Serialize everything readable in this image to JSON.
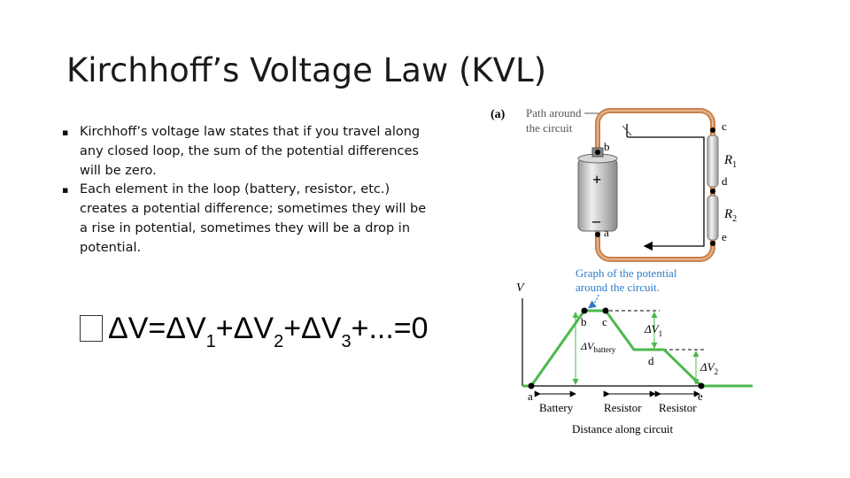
{
  "slide": {
    "title": "Kirchhoff’s Voltage Law (KVL)",
    "bullets": [
      "Kirchhoff’s voltage law states that if you travel along any closed loop, the sum of the potential differences will be zero.",
      "Each element in the loop (battery, resistor, etc.) creates a potential difference; sometimes they will be a rise in potential, sometimes they will be a drop in potential."
    ],
    "bullet_marker": "▪",
    "equation": {
      "delta": "Δ",
      "V": "V",
      "equals": "=",
      "plus": "+",
      "sub1": "1",
      "sub2": "2",
      "sub3": "3",
      "ellipsis": "...",
      "zero": "0"
    }
  },
  "figure": {
    "panel_label": "(a)",
    "path_label_line1": "Path around",
    "path_label_line2": "the circuit",
    "point_b": "b",
    "point_c": "c",
    "point_d": "d",
    "point_a": "a",
    "point_e": "e",
    "r1_main": "R",
    "r1_sub": "1",
    "r2_main": "R",
    "r2_sub": "2",
    "plus_sign": "+",
    "minus_sign": "–",
    "graph_label_line1": "Graph of the potential",
    "graph_label_line2": "around the circuit.",
    "axis_v": "V",
    "dv1_main": "ΔV",
    "dv1_sub": "1",
    "dv2_main": "ΔV",
    "dv2_sub": "2",
    "dv_batt_main": "ΔV",
    "dv_batt_sub": "battery",
    "x_label_battery": "Battery",
    "x_label_resistor1": "Resistor",
    "x_label_resistor2": "Resistor",
    "x_axis_title": "Distance along circuit",
    "colors": {
      "wire": "#c8824f",
      "graph_line": "#4cb84c",
      "annotation": "#2d7cc8"
    }
  }
}
